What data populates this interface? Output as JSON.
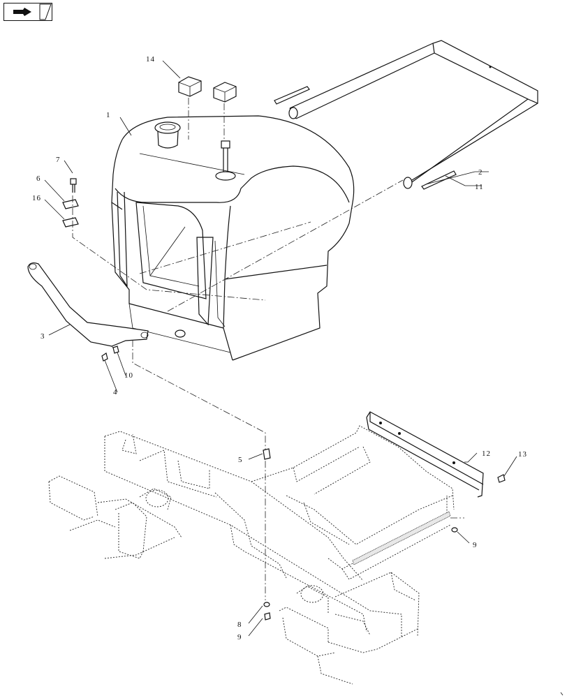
{
  "nav": {
    "icon": "forward-arrow-icon"
  },
  "callouts": [
    {
      "id": "c14",
      "label": "14"
    },
    {
      "id": "c1",
      "label": "1"
    },
    {
      "id": "c7",
      "label": "7"
    },
    {
      "id": "c6",
      "label": "6"
    },
    {
      "id": "c16",
      "label": "16"
    },
    {
      "id": "c2",
      "label": "2"
    },
    {
      "id": "c11",
      "label": "11"
    },
    {
      "id": "c3",
      "label": "3"
    },
    {
      "id": "c10",
      "label": "10"
    },
    {
      "id": "c4",
      "label": "4"
    },
    {
      "id": "c5",
      "label": "5"
    },
    {
      "id": "c12",
      "label": "12"
    },
    {
      "id": "c13",
      "label": "13"
    },
    {
      "id": "c9a",
      "label": "9"
    },
    {
      "id": "c8",
      "label": "8"
    },
    {
      "id": "c9b",
      "label": "9"
    }
  ]
}
